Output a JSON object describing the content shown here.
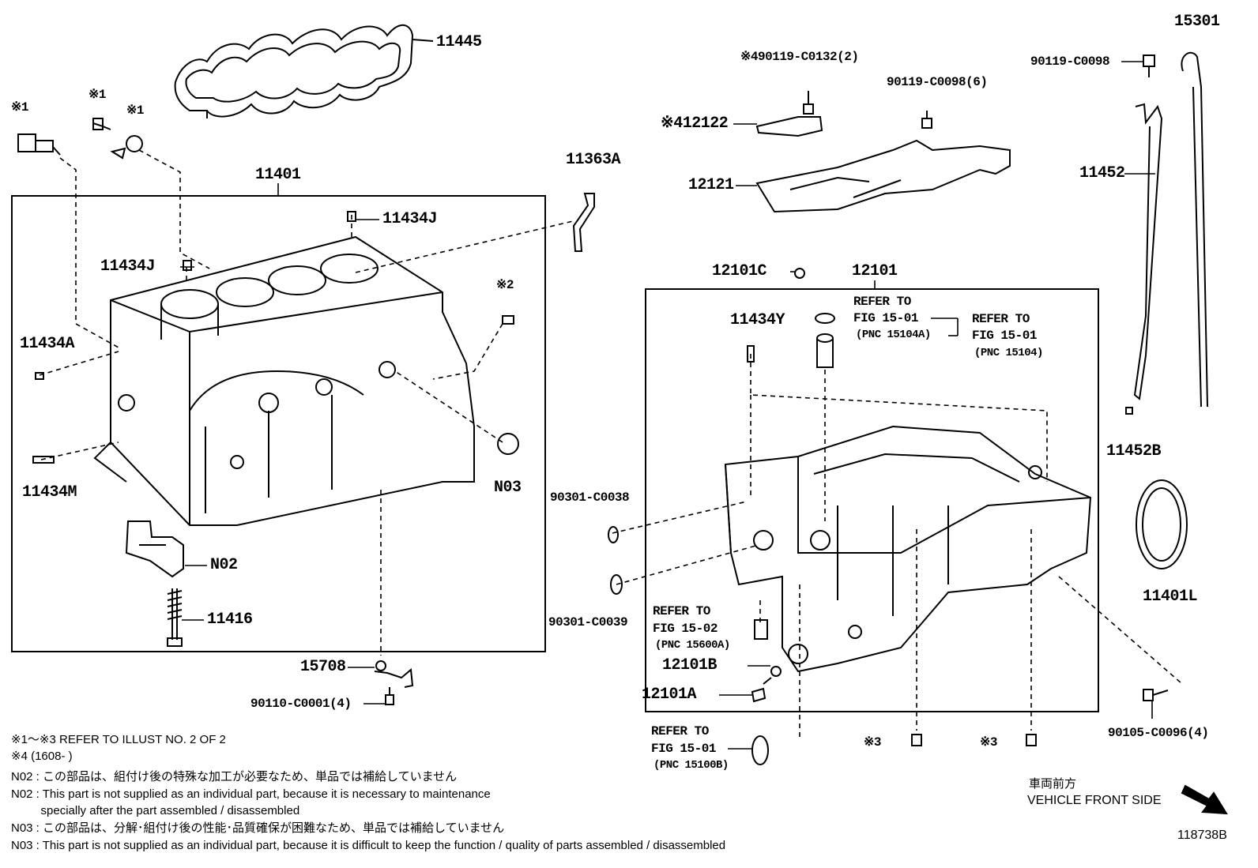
{
  "labels": {
    "p11445": "11445",
    "p15301": "15301",
    "p90119_c0098_top": "90119-C0098",
    "p490119": "※490119-C0132(2)",
    "p90119_c0098_6": "90119-C0098(6)",
    "p12122": "※412122",
    "p12121": "12121",
    "p11452": "11452",
    "p11363a": "11363A",
    "p11401": "11401",
    "p11434j_a": "11434J",
    "p11434j_b": "11434J",
    "note1_a": "※1",
    "note1_b": "※1",
    "note1_c": "※1",
    "note2": "※2",
    "p11434a": "11434A",
    "p11434m": "11434M",
    "n03": "N03",
    "n02": "N02",
    "p11416": "11416",
    "p15708": "15708",
    "p90110": "90110-C0001(4)",
    "p12101c": "12101C",
    "p12101": "12101",
    "refer1_a": "REFER TO",
    "refer1_b": "FIG 15-01",
    "refer1_c": "(PNC 15104A)",
    "refer2_a": "REFER TO",
    "refer2_b": "FIG 15-01",
    "refer2_c": "(PNC 15104)",
    "p11434y": "11434Y",
    "p90301_c0038": "90301-C0038",
    "p90301_c0039": "90301-C0039",
    "refer3_a": "REFER TO",
    "refer3_b": "FIG 15-02",
    "refer3_c": "(PNC 15600A)",
    "p12101b": "12101B",
    "p12101a": "12101A",
    "refer4_a": "REFER TO",
    "refer4_b": "FIG 15-01",
    "refer4_c": "(PNC 15100B)",
    "note3_a": "※3",
    "note3_b": "※3",
    "p11452b": "11452B",
    "p11401l": "11401L",
    "p90105": "90105-C0096(4)",
    "direction_jp": "車両前方",
    "direction_en": "VEHICLE FRONT SIDE",
    "illust_no": "118738B"
  },
  "notes": {
    "line1": "※1～※3  REFER TO ILLUST NO. 2 OF 2",
    "line2": "※4 (1608-       )",
    "line3": "N02 : この部品は、組付け後の特殊な加工が必要なため、単品では補給していません",
    "line4": "N02 : This part is not supplied as an individual part, because it is necessary to maintenance",
    "line5": "         specially after the part assembled / disassembled",
    "line6": "N03 : この部品は、分解･組付け後の性能･品質確保が困難なため、単品では補給していません",
    "line7": "N03 : This part is not supplied as an individual part, because it is difficult to keep the function / quality of parts  assembled / disassembled"
  }
}
